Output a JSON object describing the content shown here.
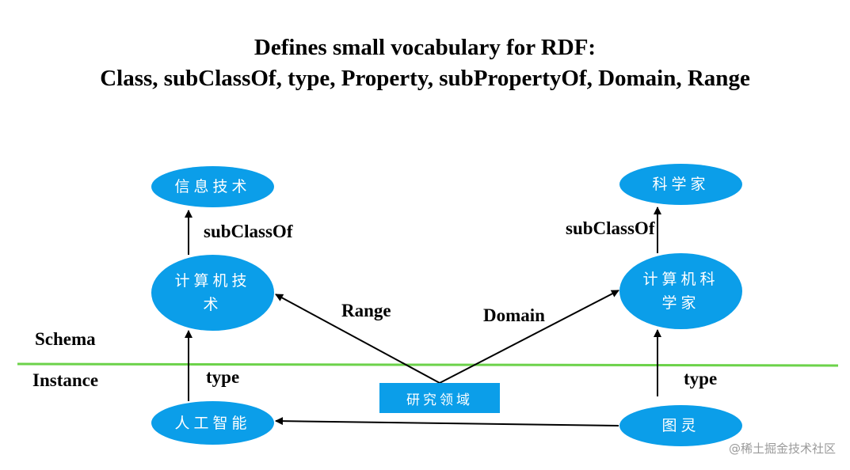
{
  "title": {
    "line1": "Defines small vocabulary for RDF:",
    "line2": "Class, subClassOf, type, Property, subPropertyOf, Domain, Range"
  },
  "nodes": {
    "info_tech": "信息技术",
    "computer_tech": "计算机技术",
    "ai": "人工智能",
    "scientist": "科学家",
    "computer_scientist": "计算机科学家",
    "turing": "图灵",
    "research_field": "研究领域"
  },
  "edge_labels": {
    "subclass_left": "subClassOf",
    "subclass_right": "subClassOf",
    "type_left": "type",
    "type_right": "type",
    "range": "Range",
    "domain": "Domain"
  },
  "layers": {
    "schema": "Schema",
    "instance": "Instance"
  },
  "colors": {
    "node_fill": "#0b9ee9",
    "node_text": "#ffffff",
    "divider": "#6cd24a",
    "arrow": "#000000"
  },
  "watermark": "@稀土掘金技术社区"
}
